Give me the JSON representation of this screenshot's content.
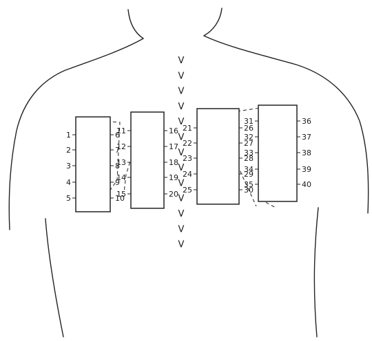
{
  "panels": [
    {
      "id": "A",
      "left_labels": [
        "1",
        "2",
        "3",
        "4",
        "5"
      ],
      "right_labels": [
        "6",
        "7",
        "8",
        "9",
        "10"
      ]
    },
    {
      "id": "B",
      "left_labels": [
        "11",
        "12",
        "13",
        "14",
        "15"
      ],
      "right_labels": [
        "16",
        "17",
        "18",
        "19",
        "20"
      ]
    },
    {
      "id": "C",
      "left_labels": [
        "21",
        "22",
        "23",
        "24",
        "25"
      ],
      "right_labels": [
        "26",
        "27",
        "28",
        "29",
        "30"
      ]
    },
    {
      "id": "D",
      "left_labels": [
        "31",
        "32",
        "33",
        "34",
        "35"
      ],
      "right_labels": [
        "36",
        "37",
        "38",
        "39",
        "40"
      ]
    }
  ],
  "spine_marks": [
    "V",
    "V",
    "V",
    "V",
    "V",
    "V",
    "V",
    "V",
    "V",
    "V",
    "V",
    "V",
    "V"
  ]
}
